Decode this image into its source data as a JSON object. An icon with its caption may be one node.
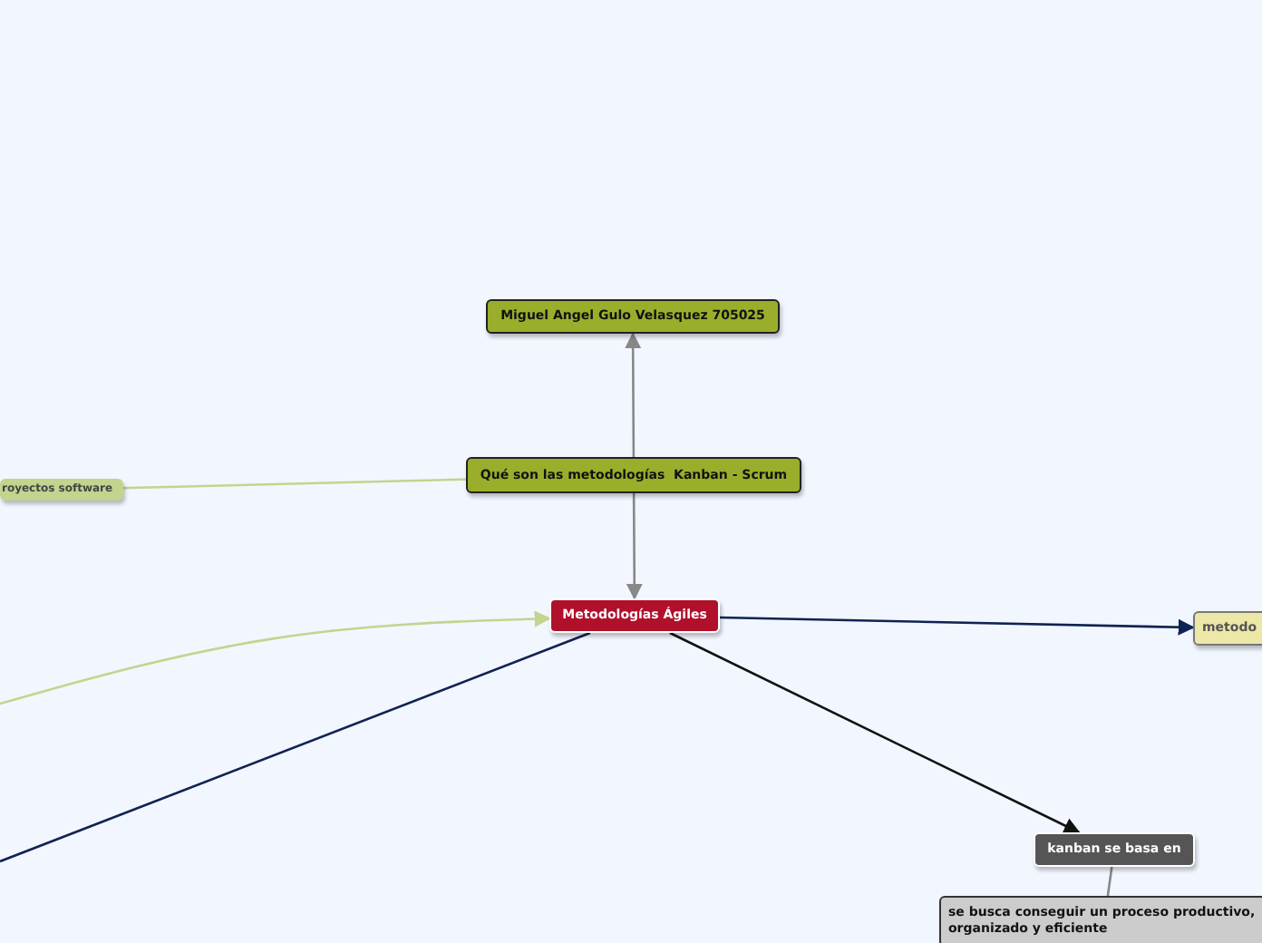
{
  "diagram": {
    "nodes": [
      {
        "text": [
          "Miguel Angel Gulo Velasquez 705025"
        ]
      },
      {
        "text": [
          "Qué son las metodologías  Kanban - Scrum"
        ]
      },
      {
        "text": [
          "royectos software"
        ]
      },
      {
        "text": [
          "Metodologías Ágiles"
        ]
      },
      {
        "text": [
          "metodo"
        ]
      },
      {
        "text": [
          "kanban se basa en"
        ]
      },
      {
        "text": [
          "se busca conseguir un proceso productivo, organizado y eficiente"
        ]
      }
    ],
    "edges": [
      {
        "from": 1,
        "to": 0,
        "arrow": "to",
        "color": "#888888"
      },
      {
        "from": 1,
        "to": 3,
        "arrow": "to",
        "color": "#888888"
      },
      {
        "from": 1,
        "to": 2,
        "arrow": "none",
        "color": "#c3d48e"
      },
      {
        "from": null,
        "to": 3,
        "arrow": "to",
        "color": "#c3d48e"
      },
      {
        "from": 3,
        "to": null,
        "arrow": "none",
        "color": "#0f2352"
      },
      {
        "from": 3,
        "to": 4,
        "arrow": "to",
        "color": "#0f2352"
      },
      {
        "from": 3,
        "to": 5,
        "arrow": "to",
        "color": "#111111"
      },
      {
        "from": 5,
        "to": 6,
        "arrow": "none",
        "color": "#888888"
      }
    ]
  }
}
